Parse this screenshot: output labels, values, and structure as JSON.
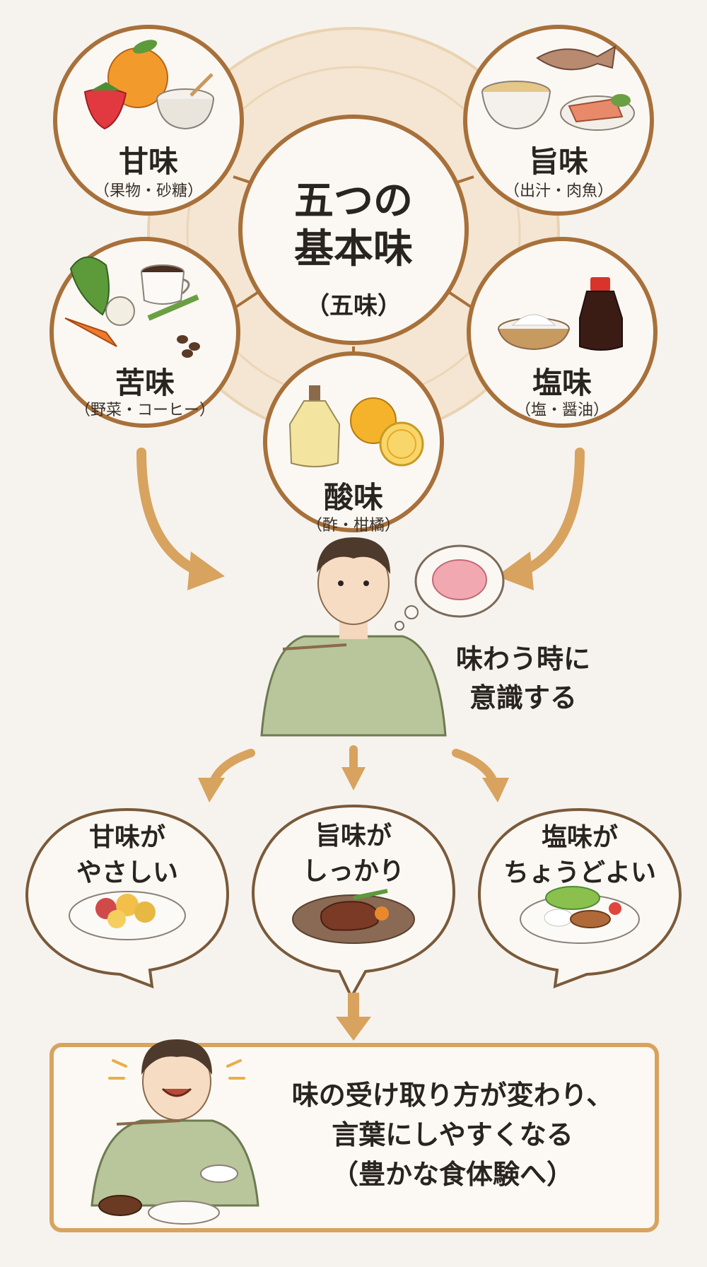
{
  "center": {
    "title_line1": "五つの",
    "title_line2": "基本味",
    "subtitle": "（五味）"
  },
  "tastes": [
    {
      "id": "sweet",
      "name": "甘味",
      "examples": "（果物・砂糖）",
      "icons": [
        "orange-icon",
        "strawberry-icon",
        "sugar-bowl-icon"
      ]
    },
    {
      "id": "umami",
      "name": "旨味",
      "examples": "（出汁・肉魚）",
      "icons": [
        "soup-bowl-icon",
        "fish-icon",
        "salmon-icon"
      ]
    },
    {
      "id": "bitter",
      "name": "苦味",
      "examples": "（野菜・コーヒー）",
      "icons": [
        "greens-icon",
        "carrot-icon",
        "coffee-cup-icon",
        "beans-icon"
      ]
    },
    {
      "id": "salty",
      "name": "塩味",
      "examples": "（塩・醤油）",
      "icons": [
        "salt-bowl-icon",
        "soy-sauce-icon"
      ]
    },
    {
      "id": "sour",
      "name": "酸味",
      "examples": "（酢・柑橘）",
      "icons": [
        "vinegar-bottle-icon",
        "citrus-icon"
      ]
    }
  ],
  "thinking": {
    "line1": "味わう時に",
    "line2": "意識する",
    "icon": "brain-icon"
  },
  "bubbles": [
    {
      "line1": "甘味が",
      "line2": "やさしい",
      "icon": "vegetable-plate-icon"
    },
    {
      "line1": "旨味が",
      "line2": "しっかり",
      "icon": "steak-plate-icon"
    },
    {
      "line1": "塩味が",
      "line2": "ちょうどよい",
      "icon": "meat-salad-plate-icon"
    }
  ],
  "result": {
    "line1": "味の受け取り方が変わり、",
    "line2": "言葉にしやすくなる",
    "line3": "（豊かな食体験へ）"
  },
  "colors": {
    "background": "#f6f3ee",
    "circle_stroke": "#a8703a",
    "halo": "#f1dcc0",
    "arrow": "#d8a35f",
    "shirt": "#b9c59a"
  }
}
